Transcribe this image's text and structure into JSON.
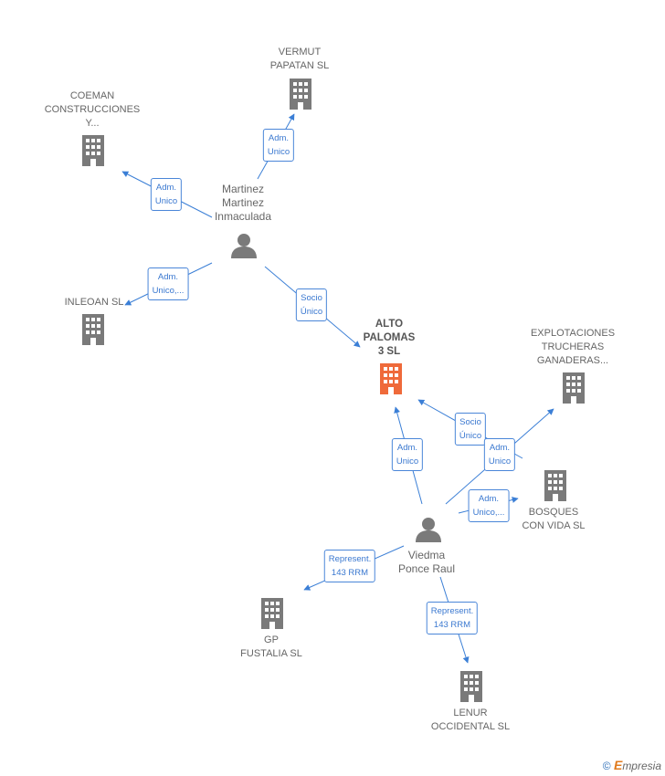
{
  "nodes": {
    "vermut": {
      "label": "VERMUT\nPAPATAN  SL"
    },
    "coeman": {
      "label": "COEMAN\nCONSTRUCCIONES\nY..."
    },
    "inleoan": {
      "label": "INLEOAN  SL"
    },
    "alto": {
      "label": "ALTO\nPALOMAS\n3  SL"
    },
    "explot": {
      "label": "EXPLOTACIONES\nTRUCHERAS\nGANADERAS..."
    },
    "bosques": {
      "label": "BOSQUES\nCON VIDA  SL"
    },
    "gp": {
      "label": "GP\nFUSTALIA SL"
    },
    "lenur": {
      "label": "LENUR\nOCCIDENTAL SL"
    },
    "martinez": {
      "label": "Martinez\nMartinez\nInmaculada"
    },
    "viedma": {
      "label": "Viedma\nPonce Raul"
    }
  },
  "edges": {
    "e1": "Adm.\nUnico",
    "e2": "Adm.\nUnico",
    "e3": "Adm.\nUnico,...",
    "e4": "Socio\nÚnico",
    "e5": "Socio\nÚnico",
    "e6": "Adm.\nUnico",
    "e7": "Adm.\nUnico",
    "e8": "Adm.\nUnico,...",
    "e9": "Represent.\n143 RRM",
    "e10": "Represent.\n143 RRM"
  },
  "colors": {
    "company": "#7a7a7a",
    "main_company": "#ef6a3a",
    "person": "#7a7a7a",
    "edge": "#3b7fd6"
  },
  "footer": {
    "copyright": "©",
    "brand_initial": "E",
    "brand_rest": "mpresia"
  }
}
